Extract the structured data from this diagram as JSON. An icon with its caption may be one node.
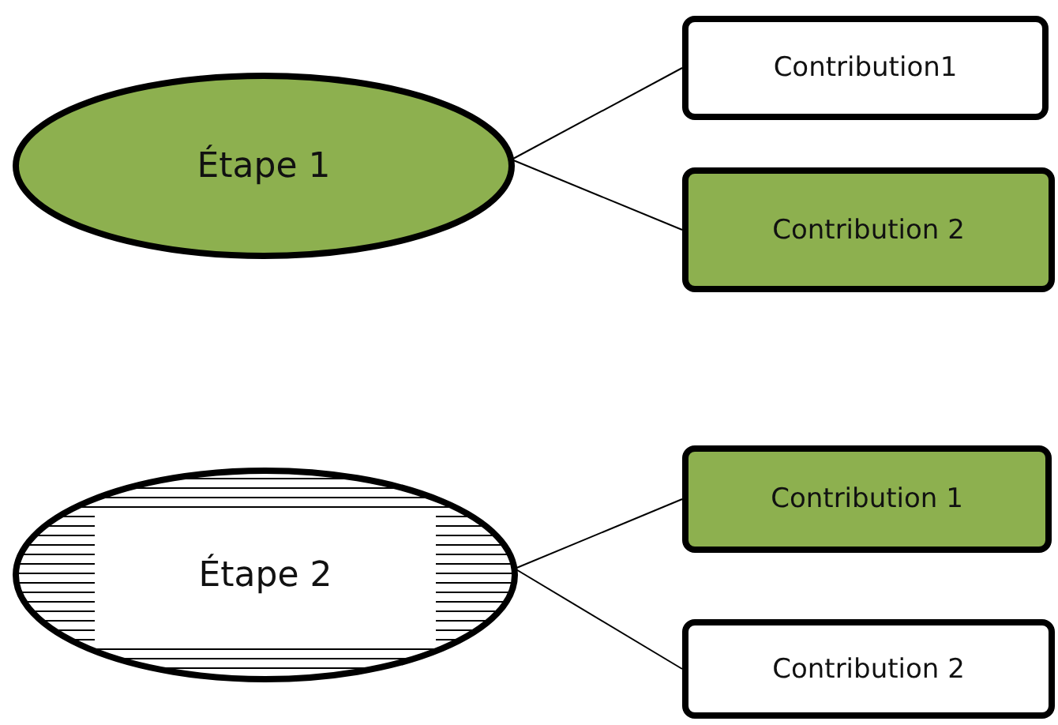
{
  "diagram": {
    "nodes": [
      {
        "text": [
          "Étape 1"
        ]
      },
      {
        "text": [
          "Contribution1"
        ]
      },
      {
        "text": [
          "Contribution 2"
        ]
      },
      {
        "text": [
          "Étape 2"
        ]
      },
      {
        "text": [
          "Contribution 1"
        ]
      },
      {
        "text": [
          "Contribution 2"
        ]
      }
    ],
    "edges": [
      {
        "from": 0,
        "to": 1,
        "arrow": "none"
      },
      {
        "from": 0,
        "to": 2,
        "arrow": "none"
      },
      {
        "from": 3,
        "to": 4,
        "arrow": "none"
      },
      {
        "from": 3,
        "to": 5,
        "arrow": "none"
      }
    ]
  }
}
